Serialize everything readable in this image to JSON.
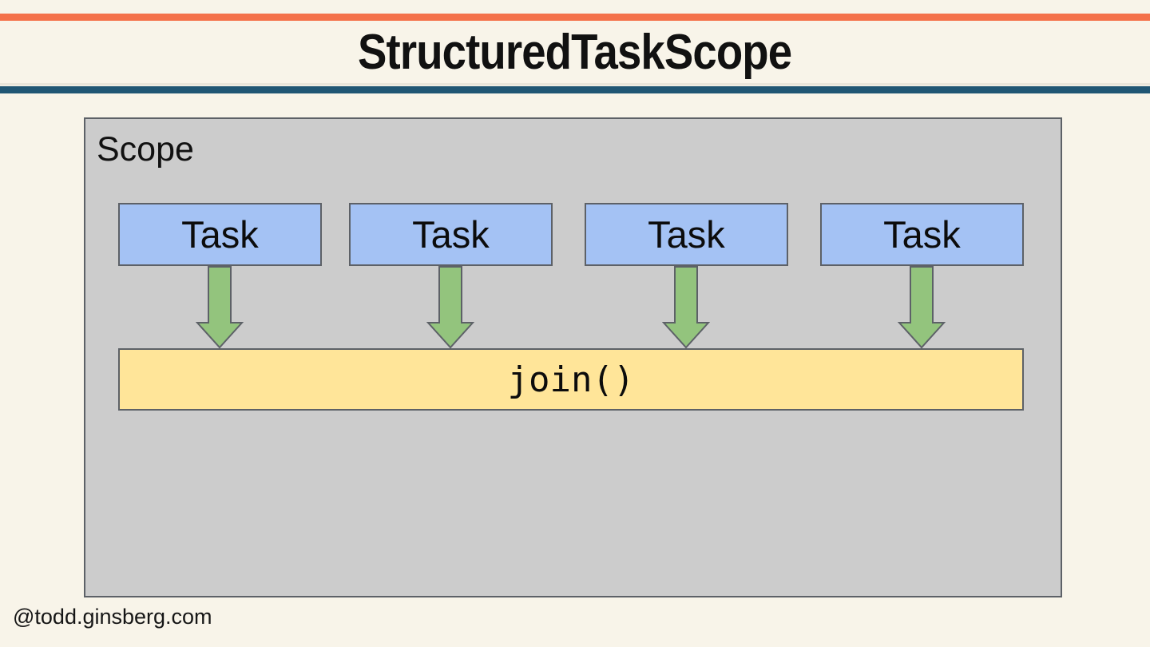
{
  "title": "StructuredTaskScope",
  "diagram": {
    "scope_label": "Scope",
    "tasks": [
      "Task",
      "Task",
      "Task",
      "Task"
    ],
    "join_label": "join()"
  },
  "footer": {
    "handle": "@todd.ginsberg.com"
  },
  "theme": {
    "page_bg": "#f8f4e9",
    "accent_orange": "#f4714a",
    "accent_teal": "#205674",
    "divider_light": "#e9e5da",
    "scope_fill": "#cccccc",
    "task_fill": "#a4c2f4",
    "arrow_fill": "#93c47d",
    "join_fill": "#ffe599",
    "shape_border": "#5d6167"
  }
}
